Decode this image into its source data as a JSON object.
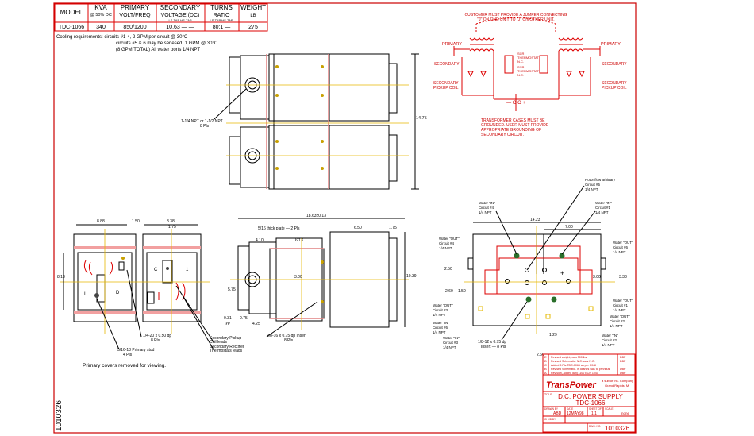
{
  "spec_table": {
    "headers": [
      "MODEL",
      "KVA",
      "PRIMARY",
      "SECONDARY",
      "TURNS",
      "WEIGHT"
    ],
    "subheaders": [
      "",
      "@ 50% DC",
      "VOLT/FREQ",
      "VOLTAGE (DC)",
      "RATIO",
      "LB"
    ],
    "subsub": [
      "",
      "",
      "",
      "LS-TAP   HS-TAP",
      "LS-TAP   HS-TAP",
      ""
    ],
    "row": [
      "TDC-1066",
      "340",
      "850/1200",
      "10.63  —  —",
      "80:1  —",
      "275"
    ]
  },
  "cooling_note": [
    "Cooling requirements: circuits #1-4, 2 GPM per circuit @ 30°C",
    "circuits #5 & 6 may be seriesed, 1 GPM @ 30°C",
    "(8 GPM TOTAL) All water ports 1/4 NPT"
  ],
  "schematic": {
    "top_note": [
      "CUSTOMER MUST PROVIDE A JUMPER CONNECTING",
      "\"J\" ON ONE UNIT TO \"J\" ON OTHER UNIT."
    ],
    "primary_left": "PRIMARY",
    "primary_right": "PRIMARY",
    "secondary_left": "SECONDARY",
    "secondary_right": "SECONDARY",
    "pickup_left": [
      "SECONDARY",
      "PICKUP COIL"
    ],
    "pickup_right": [
      "SECONDARY",
      "PICKUP COIL"
    ],
    "thermostat_top": [
      "SCR",
      "THERMOSTAT",
      "N.C."
    ],
    "thermostat_mid": [
      "SCR",
      "THERMOSTAT",
      "N.C."
    ],
    "polarity": "— O    O +",
    "bottom_note": [
      "TRANSFORMER CASES MUST BE",
      "GROUNDED. USER MUST PROVIDE",
      "APPROPRIATE GROUNDING OF",
      "SECONDARY CIRCUIT."
    ]
  },
  "dims": {
    "npt_note": [
      "1-1/4 NPT or 1-1/2 NPT",
      "8 Pls"
    ],
    "height_top": "14.75",
    "w_left1": "8.88",
    "w_left2": "1.50",
    "w_left3": "8.38",
    "w_left4": "1.75",
    "h_left": "8.13",
    "label_c": "C",
    "label_1": "1",
    "label_i": "I",
    "label_d": "D",
    "bolt_note": [
      "1/4-20 x 0.50 dp",
      "8 Pls"
    ],
    "stud_note": [
      "5/16-18 Primary stud",
      "4 Pls"
    ],
    "pickup_note": [
      "Secondary Pickup",
      "Coil leads"
    ],
    "rect_note": [
      "Secondary Rectifier",
      "Thermostats leads"
    ],
    "primary_covers": "Primary covers removed for viewing.",
    "mid_total": "18.63±0.13",
    "hole_plate": "5/16 thick plate — 2 Pls",
    "mid_d1": "4.10",
    "mid_d2": "6.13",
    "mid_d3": "6.50",
    "mid_d4": "1.75",
    "mid_h1": "3.00",
    "mid_h2": "5.75",
    "mid_h3": "10.39",
    "mid_d5": "0.31",
    "mid_d5b": "typ",
    "mid_d6": "0.75",
    "mid_d7": "4.25",
    "tap_note": [
      "2/8-16 x 0.75 dp Insert",
      "8 Pls"
    ],
    "right_total": "14.23",
    "right_w": "7.00",
    "right_h1": "3.00",
    "right_h2": "2.50",
    "right_h3": "2.60",
    "right_h4": "1.50",
    "right_b1": "2.60",
    "right_b2": "1.29",
    "right_r1": "3.38",
    "plus_sign": "+",
    "minus_sign": "—",
    "insert_note": [
      "1/8-12 x 0.75 dp",
      "Insert — 8 Pls"
    ]
  },
  "water_callouts": [
    {
      "id": "rotor",
      "lines": [
        "Rotor flow arbitrary",
        "Circuit #5",
        "1/4 NPT"
      ]
    },
    {
      "id": "in4",
      "lines": [
        "Water \"IN\"",
        "Circuit #4",
        "1/4 NPT"
      ]
    },
    {
      "id": "in1",
      "lines": [
        "Water \"IN\"",
        "Circuit #1",
        "1/4 NPT"
      ]
    },
    {
      "id": "out4",
      "lines": [
        "Water \"OUT\"",
        "Circuit #4",
        "1/4 NPT"
      ]
    },
    {
      "id": "out6",
      "lines": [
        "Water \"OUT\"",
        "Circuit #6",
        "1/4 NPT"
      ]
    },
    {
      "id": "out3",
      "lines": [
        "Water \"OUT\"",
        "Circuit #3",
        "1/4 NPT"
      ]
    },
    {
      "id": "out1",
      "lines": [
        "Water \"OUT\"",
        "Circuit #1",
        "1/4 NPT"
      ]
    },
    {
      "id": "in6",
      "lines": [
        "Water \"IN\"",
        "Circuit #6",
        "1/4 NPT"
      ]
    },
    {
      "id": "out2",
      "lines": [
        "Water \"OUT\"",
        "Circuit #2",
        "1/4 NPT"
      ]
    },
    {
      "id": "in3",
      "lines": [
        "Water \"IN\"",
        "Circuit #3",
        "1/4 NPT"
      ]
    },
    {
      "id": "in2",
      "lines": [
        "Water \"IN\"",
        "Circuit #2",
        "1/4 NPT"
      ]
    }
  ],
  "title_block": {
    "revisions": [
      {
        "rev": "E",
        "desc": "Revised weight, was 300 lbs",
        "by": "DBP"
      },
      {
        "rev": "D",
        "desc": "Revised Schematic. N.C. was N.O.",
        "by": "DBP"
      },
      {
        "rev": "C",
        "desc": "Added 8 Pls TDC-1066 as per 1/1/8",
        "by": ""
      },
      {
        "rev": "B",
        "desc": "Revised Schematic. In dashes was to previous",
        "by": "DBP"
      },
      {
        "rev": "A",
        "desc": "Revision, Added dwg 1100 ECN 1041",
        "by": "DBP"
      }
    ],
    "company_logo": "TransPower",
    "company_sub": [
      "a sub of Ins. Company",
      "Grand Rapids, MI"
    ],
    "title_label": "TITLE",
    "title_lines": [
      "D.C. POWER SUPPLY",
      "TDC-1066"
    ],
    "drawn_label": "DRAWN BY",
    "drawn": "ABD",
    "date_label": "DATE",
    "date": "12MAY98",
    "sheet_label": "SHEET OF",
    "sheet": "1  1",
    "scale_label": "SCALE",
    "scale": "none",
    "ck_label": "CHKD BY",
    "dwg_label": "DWG. NO.",
    "dwg_no": "1010326"
  },
  "vertical_number": "1010326"
}
